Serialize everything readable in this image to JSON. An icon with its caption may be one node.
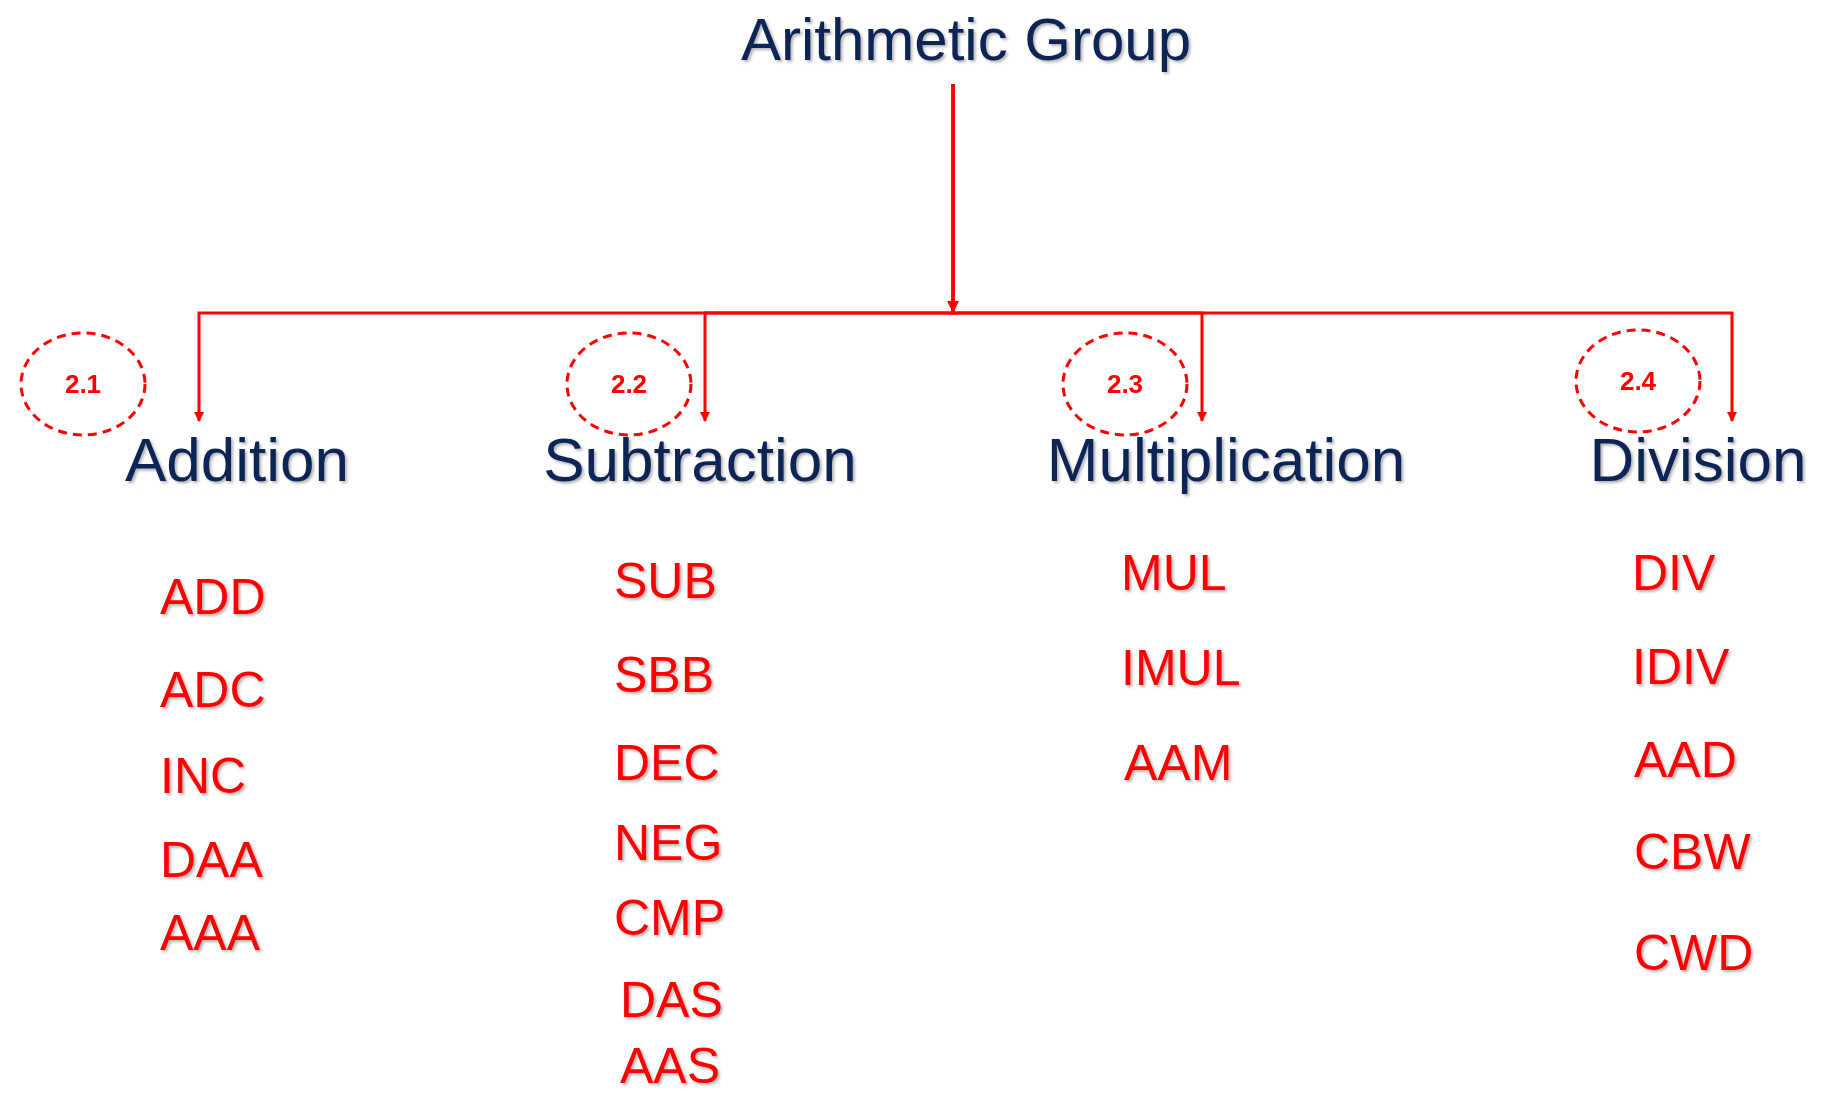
{
  "diagram": {
    "nodes": [
      {
        "text": [
          "Arithmetic Group"
        ]
      },
      {
        "text": [
          "Addition"
        ]
      },
      {
        "text": [
          "Subtraction"
        ]
      },
      {
        "text": [
          "Multiplication"
        ]
      },
      {
        "text": [
          "Division"
        ]
      },
      {
        "text": [
          "2.1"
        ]
      },
      {
        "text": [
          "2.2"
        ]
      },
      {
        "text": [
          "2.3"
        ]
      },
      {
        "text": [
          "2.4"
        ]
      }
    ],
    "edges": [
      {
        "from": 0,
        "to": 1,
        "arrow": "to"
      },
      {
        "from": 0,
        "to": 2,
        "arrow": "to"
      },
      {
        "from": 0,
        "to": 3,
        "arrow": "to"
      },
      {
        "from": 0,
        "to": 4,
        "arrow": "to"
      }
    ],
    "labels": [
      "ADD",
      "ADC",
      "INC",
      "DAA",
      "AAA",
      "SUB",
      "SBB",
      "DEC",
      "NEG",
      "CMP",
      "DAS",
      "AAS",
      "MUL",
      "IMUL",
      "AAM",
      "DIV",
      "IDIV",
      "AAD",
      "CBW",
      "CWD"
    ]
  }
}
